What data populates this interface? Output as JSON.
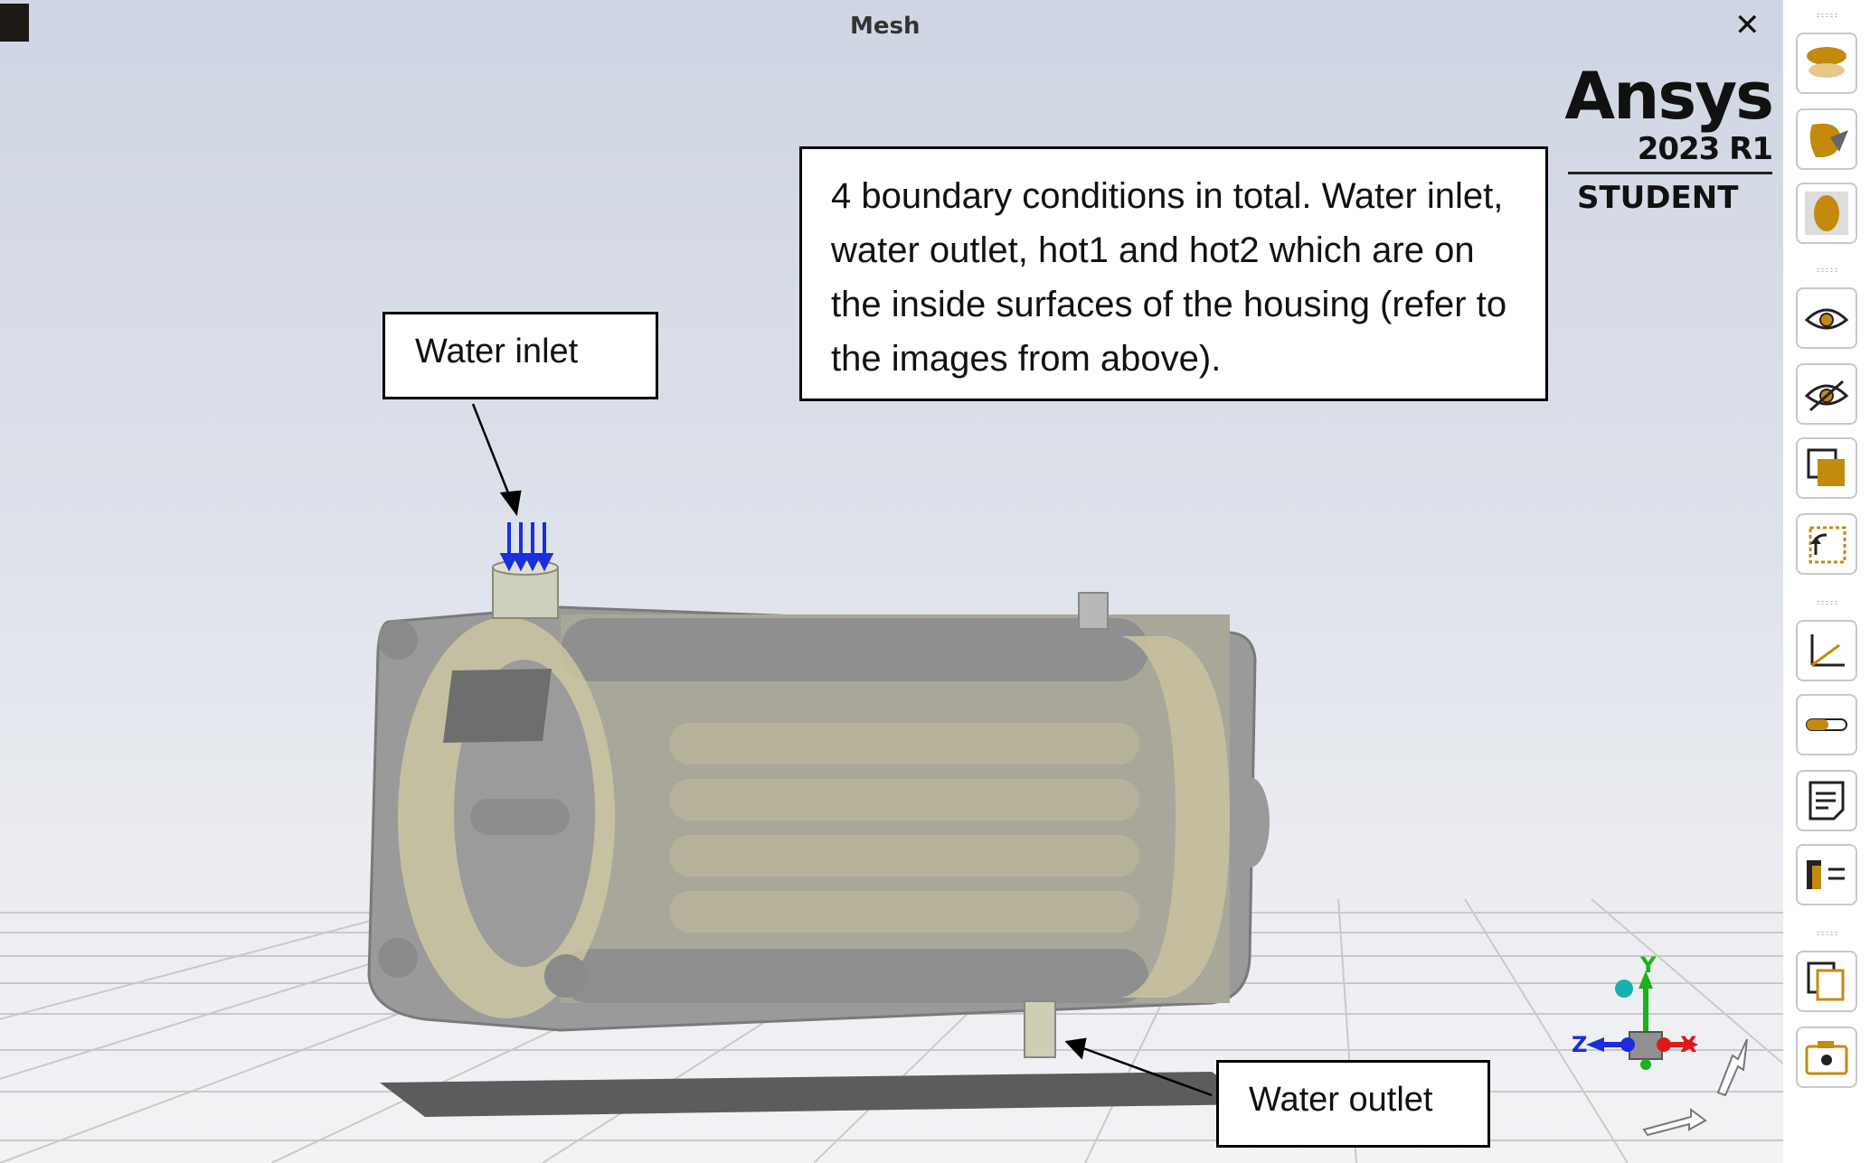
{
  "window": {
    "title": "Mesh",
    "close_glyph": "✕"
  },
  "brand": {
    "name": "Ansys",
    "version": "2023 R1",
    "edition": "STUDENT"
  },
  "annotations": {
    "inlet_label": "Water inlet",
    "outlet_label": "Water outlet",
    "bc_note": "4 boundary conditions in total. Water inlet, water outlet, hot1 and hot2 which are on the inside surfaces of the housing (refer to the images from above)."
  },
  "triad": {
    "x": "X",
    "y": "Y",
    "z": "Z"
  },
  "colors": {
    "accent": "#c48a0e",
    "inlet_arrows": "#1a2ee0",
    "model_grey": "#9e9e9e",
    "model_tint": "#c9c39a"
  },
  "toolbar": {
    "buttons": [
      "section-view-icon",
      "clipping-planes-icon",
      "transparency-icon",
      "show-icon",
      "hide-icon",
      "isolate-icon",
      "undo-view-icon",
      "axes-icon",
      "ruler-icon",
      "report-icon",
      "legend-icon",
      "copy-icon",
      "screenshot-icon"
    ]
  }
}
